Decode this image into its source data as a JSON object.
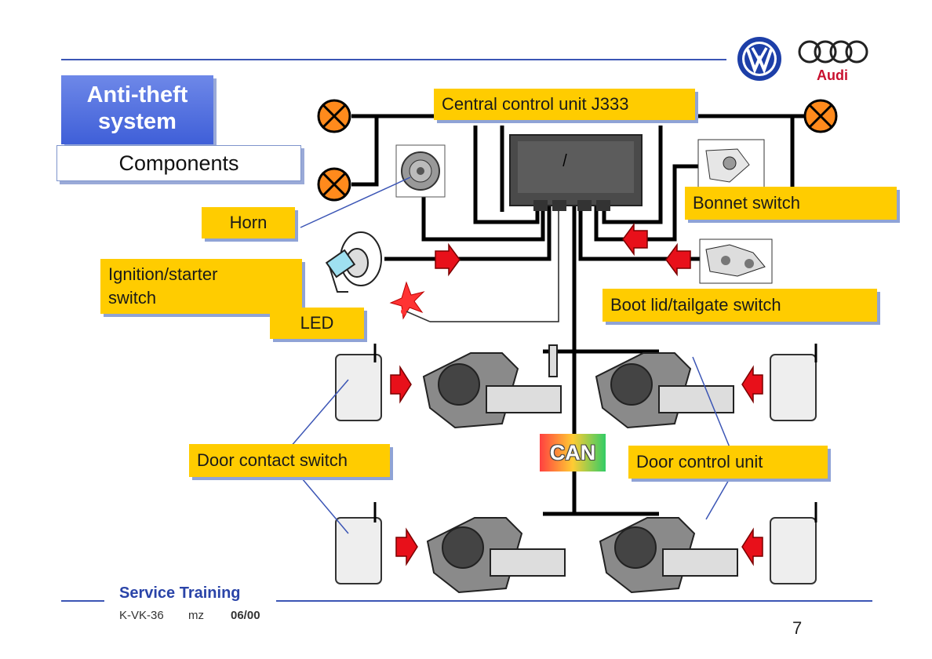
{
  "title": {
    "main": "Anti-theft system",
    "sub": "Components"
  },
  "labels": {
    "central": "Central control unit J333",
    "horn": "Horn",
    "ignition": "Ignition/starter switch",
    "led": "LED",
    "bonnet": "Bonnet switch",
    "boot": "Boot lid/tailgate switch",
    "door_contact": "Door contact switch",
    "door_control": "Door control unit",
    "can": "CAN"
  },
  "footer": {
    "service": "Service Training",
    "code": "K-VK-36",
    "author": "mz",
    "date": "06/00",
    "page": "7"
  },
  "logos": [
    "vw-logo",
    "audi-logo"
  ],
  "colors": {
    "label_bg": "#ffcc00",
    "title_bg": "#4f6fe0",
    "wire": "#000000",
    "arrow": "#e8101a",
    "rule": "#2a44a8"
  }
}
